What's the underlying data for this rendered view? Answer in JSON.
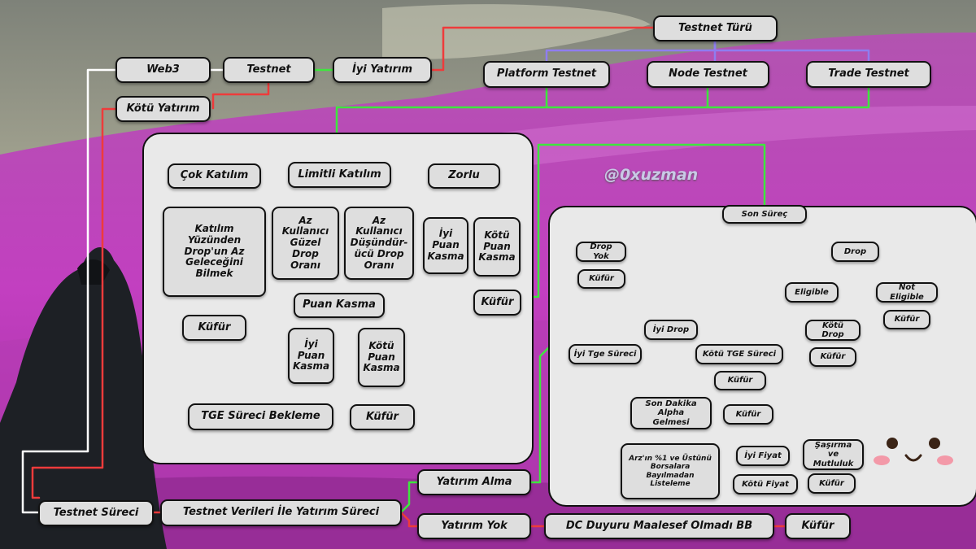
{
  "watermark": "@0xuzman",
  "nodes": {
    "web3": "Web3",
    "testnet": "Testnet",
    "iyi_yatirim": "İyi Yatırım",
    "kotu_yatirim": "Kötü Yatırım",
    "testnet_turu": "Testnet Türü",
    "platform_testnet": "Platform Testnet",
    "node_testnet": "Node Testnet",
    "trade_testnet": "Trade Testnet",
    "cok_katilim": "Çok Katılım",
    "limitli_katilim": "Limitli Katılım",
    "zorlu": "Zorlu",
    "katilim_yuzunden": "Katılım Yüzünden Drop'un Az Geleceğini Bilmek",
    "az_kullanici_guzel": "Az Kullanıcı Güzel Drop Oranı",
    "az_kullanici_dusundurucu": "Az Kullanıcı Düşündür-ücü Drop Oranı",
    "zorlu_iyi_puan": "İyi Puan Kasma",
    "zorlu_kotu_puan": "Kötü Puan Kasma",
    "zorlu_kufur": "Küfür",
    "puan_kasma": "Puan Kasma",
    "kufur_cok": "Küfür",
    "iyi_puan_kasma": "İyi Puan Kasma",
    "kotu_puan_kasma": "Kötü Puan Kasma",
    "tge_bekleme": "TGE Süreci Bekleme",
    "kufur_kotu_puan": "Küfür",
    "son_surec": "Son Süreç",
    "drop_yok": "Drop Yok",
    "drop_yok_kufur": "Küfür",
    "drop": "Drop",
    "eligible": "Eligible",
    "not_eligible": "Not Eligible",
    "not_eligible_kufur": "Küfür",
    "iyi_drop": "İyi Drop",
    "kotu_drop": "Kötü Drop",
    "kotu_drop_kufur": "Küfür",
    "iyi_tge": "İyi Tge Süreci",
    "kotu_tge": "Kötü TGE Süreci",
    "kotu_tge_kufur": "Küfür",
    "son_dakika": "Son Dakika Alpha Gelmesi",
    "son_dakika_kufur": "Küfür",
    "arz": "Arz'ın %1 ve Üstünü Borsalara Bayılmadan Listeleme",
    "iyi_fiyat": "İyi Fiyat",
    "sasirma": "Şaşırma ve Mutluluk",
    "kotu_fiyat": "Kötü Fiyat",
    "kotu_fiyat_kufur": "Küfür",
    "testnet_sureci": "Testnet Süreci",
    "testnet_verileri": "Testnet Verileri İle Yatırım Süreci",
    "yatirim_alma": "Yatırım Alma",
    "yatirim_yok": "Yatırım Yok",
    "dc_duyuru": "DC Duyuru Maalesef Olmadı BB",
    "dc_kufur": "Küfür"
  },
  "colors": {
    "positive_line": "#3ee63e",
    "negative_line": "#ee3b3b",
    "neutral_line": "#ffffff",
    "type_line": "#8f7df0",
    "limited_line": "#f2c230",
    "node_fill": "#dedede",
    "panel_fill": "#e9e9e9"
  }
}
